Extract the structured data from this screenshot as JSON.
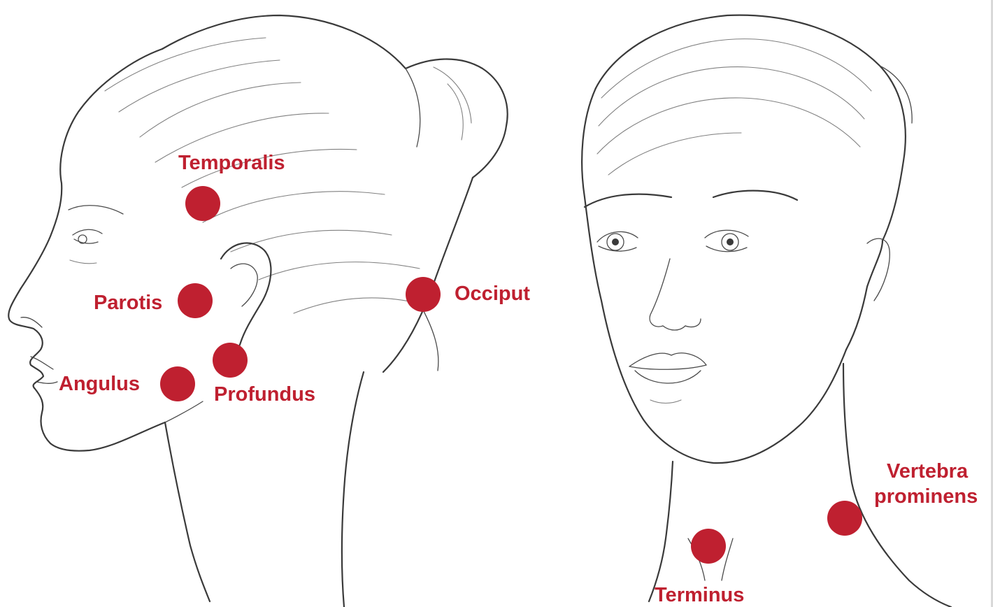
{
  "colors": {
    "accent": "#bf2030",
    "line": "#3a3a3a",
    "background": "#ffffff"
  },
  "points": {
    "temporalis": {
      "label": "Temporalis"
    },
    "parotis": {
      "label": "Parotis"
    },
    "occiput": {
      "label": "Occiput"
    },
    "angulus": {
      "label": "Angulus"
    },
    "profundus": {
      "label": "Profundus"
    },
    "vertebra": {
      "label_line1": "Vertebra",
      "label_line2": "prominens"
    },
    "terminus": {
      "label": "Terminus"
    }
  }
}
